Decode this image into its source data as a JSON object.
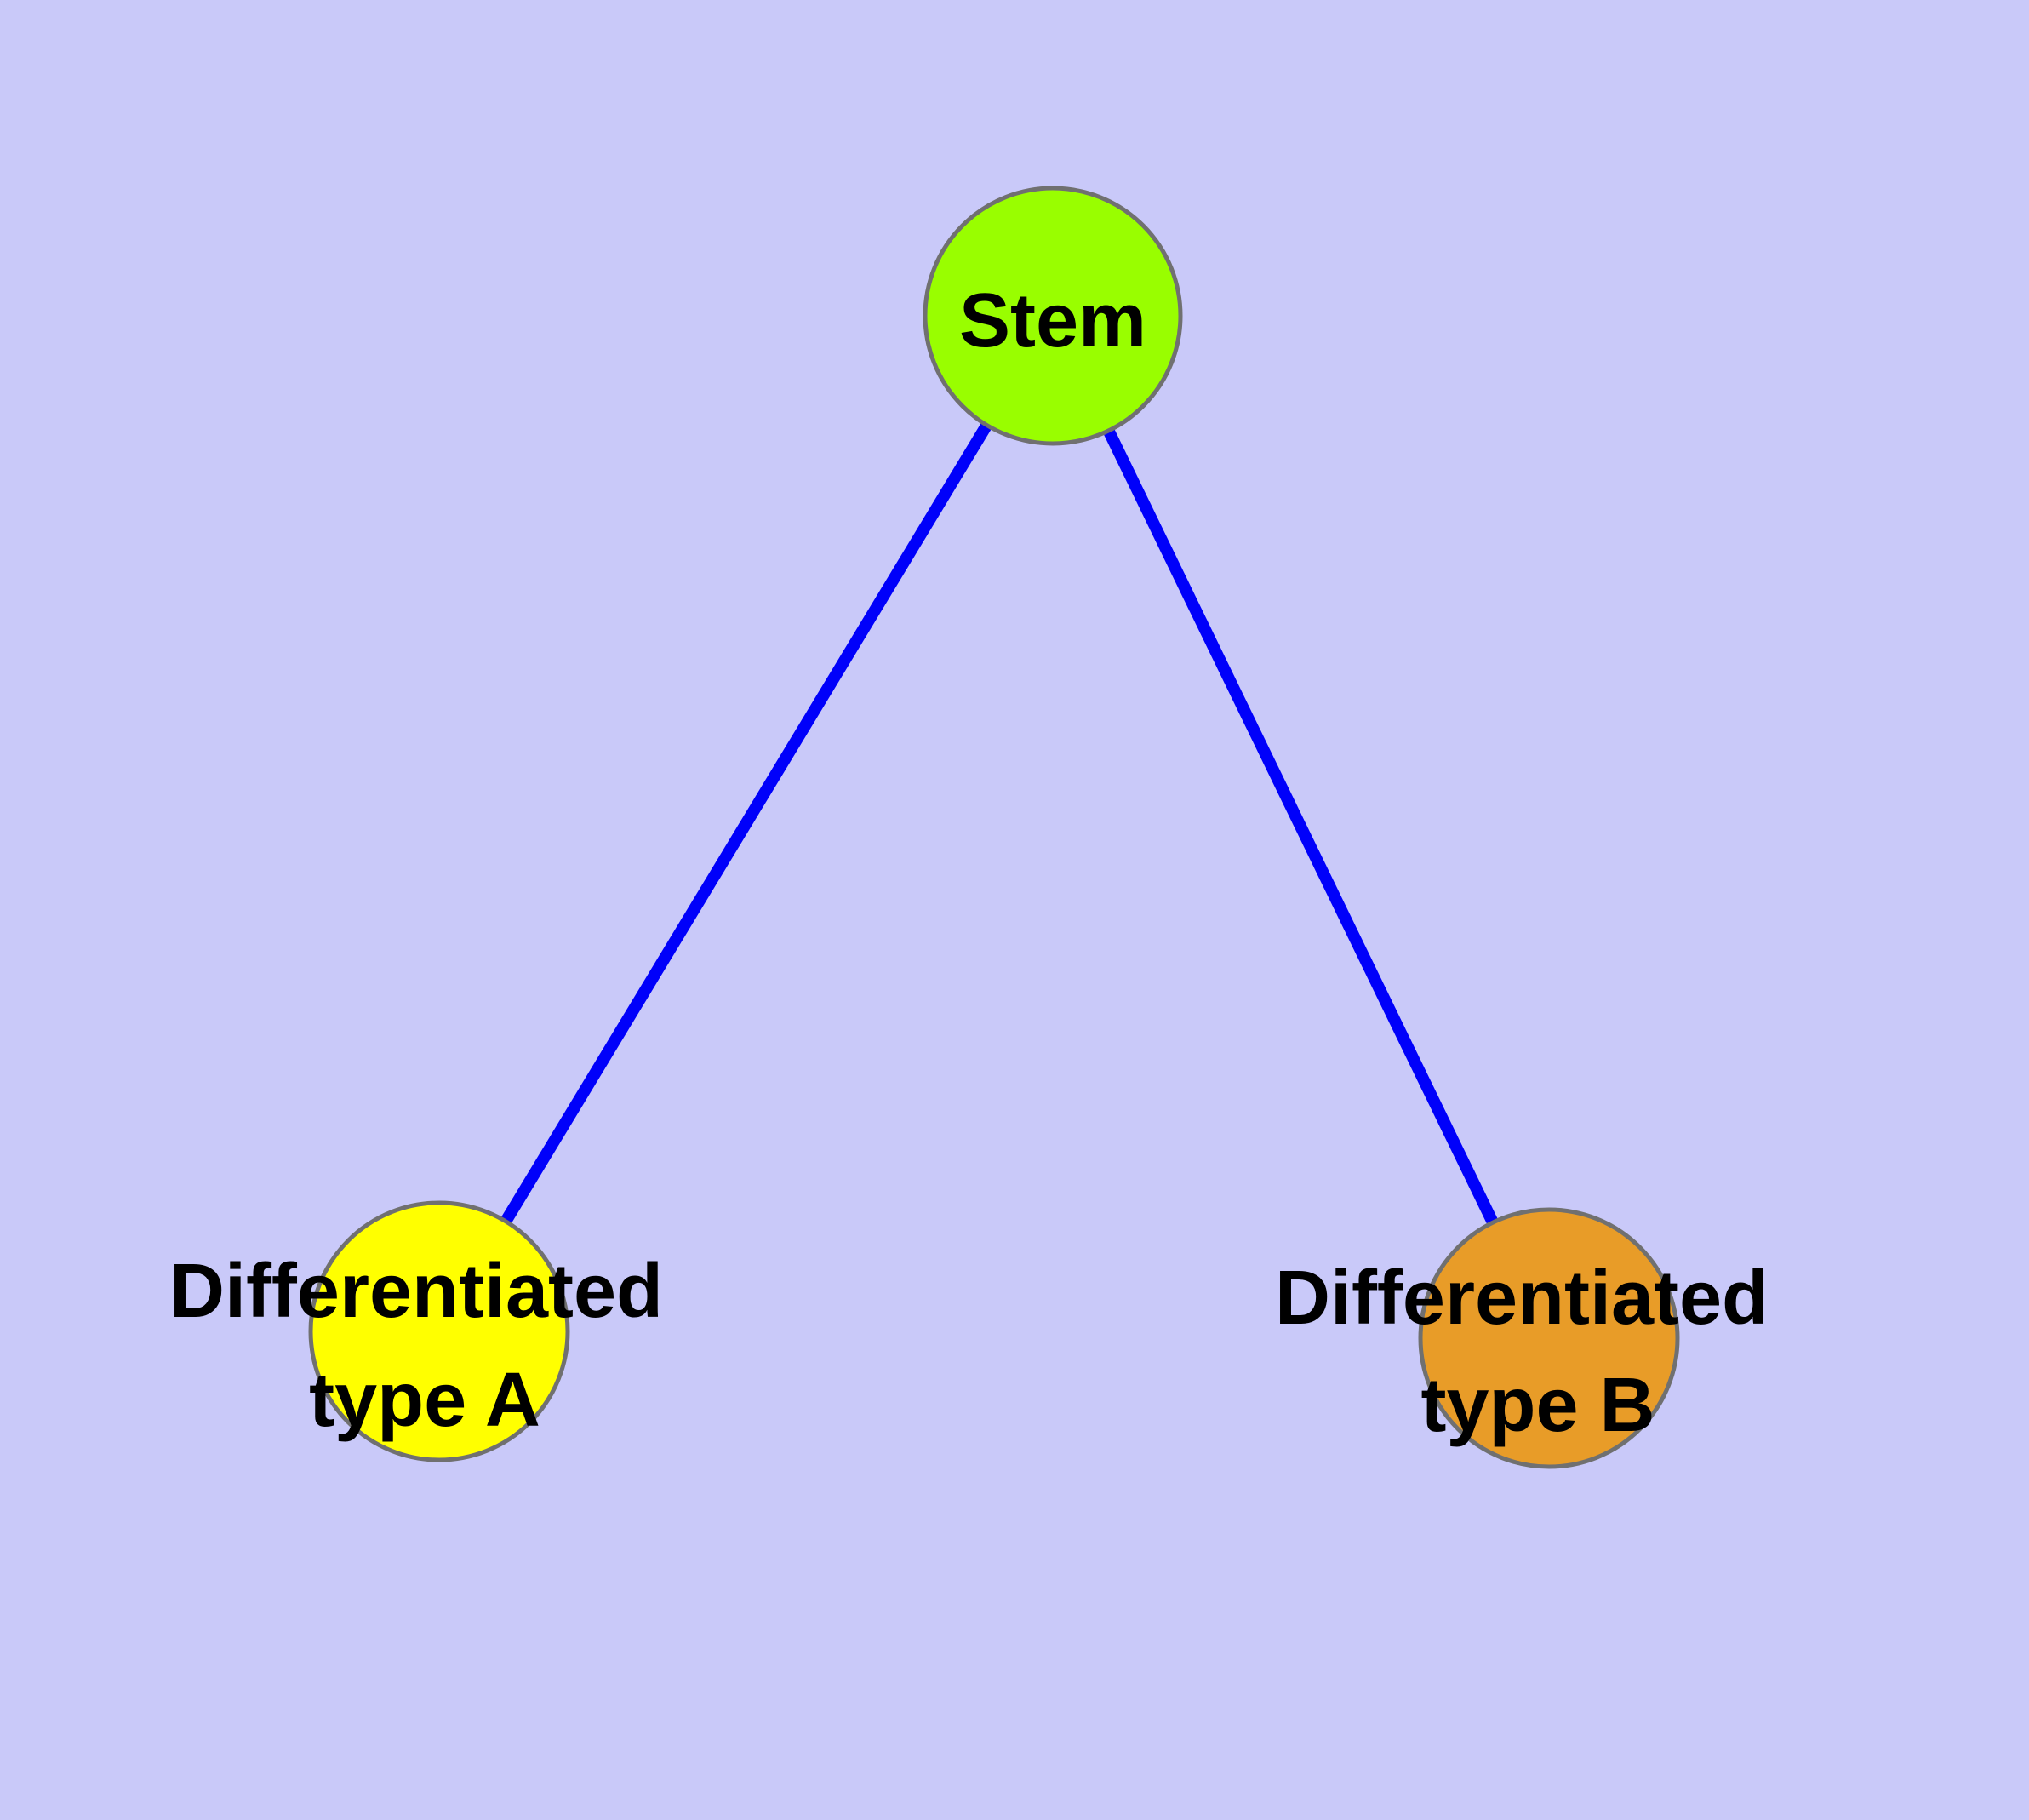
{
  "diagram": {
    "type": "graph",
    "background_color": "#C9C9F9",
    "edge_color": "#0000FA",
    "node_border_color": "#707070",
    "label_color": "#000000",
    "nodes": [
      {
        "id": "stem",
        "label": "Stem",
        "lines": [
          "Stem"
        ],
        "fill": "#99FE00"
      },
      {
        "id": "differentiated-type-a",
        "label": "Differentiated type A",
        "lines": [
          "Differentiated",
          "type A"
        ],
        "fill": "#FFFF00"
      },
      {
        "id": "differentiated-type-b",
        "label": "Differentiated type B",
        "lines": [
          "Differentiated",
          "type B"
        ],
        "fill": "#E89C28"
      }
    ],
    "edges": [
      {
        "from": "Stem",
        "to": "Differentiated type A"
      },
      {
        "from": "Stem",
        "to": "Differentiated type B"
      }
    ]
  }
}
